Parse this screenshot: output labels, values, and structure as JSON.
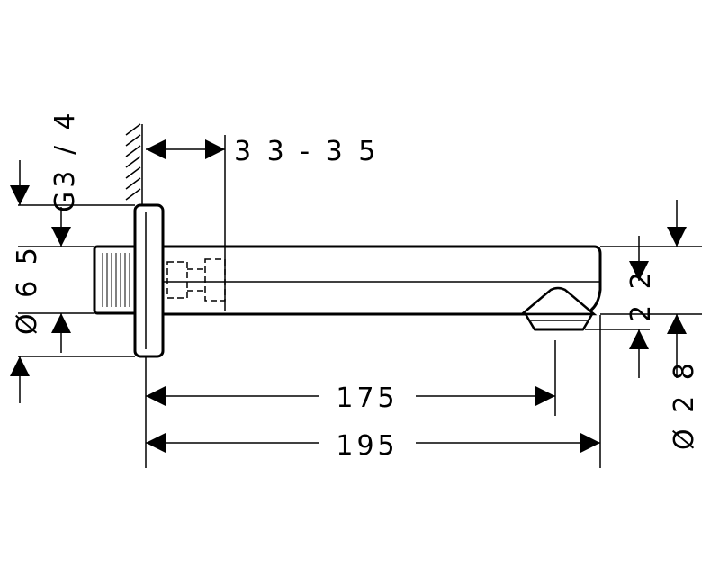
{
  "dimensions": {
    "wall_depth": "3 3 - 3 5",
    "thread": "G3 / 4",
    "flange_diameter": "Ø  6 5",
    "spout_outlet_length": "175",
    "spout_total_length": "195",
    "outlet_height": "2 2",
    "spout_diameter": "Ø  2 8"
  },
  "colors": {
    "line": "#000000",
    "background": "#ffffff"
  }
}
